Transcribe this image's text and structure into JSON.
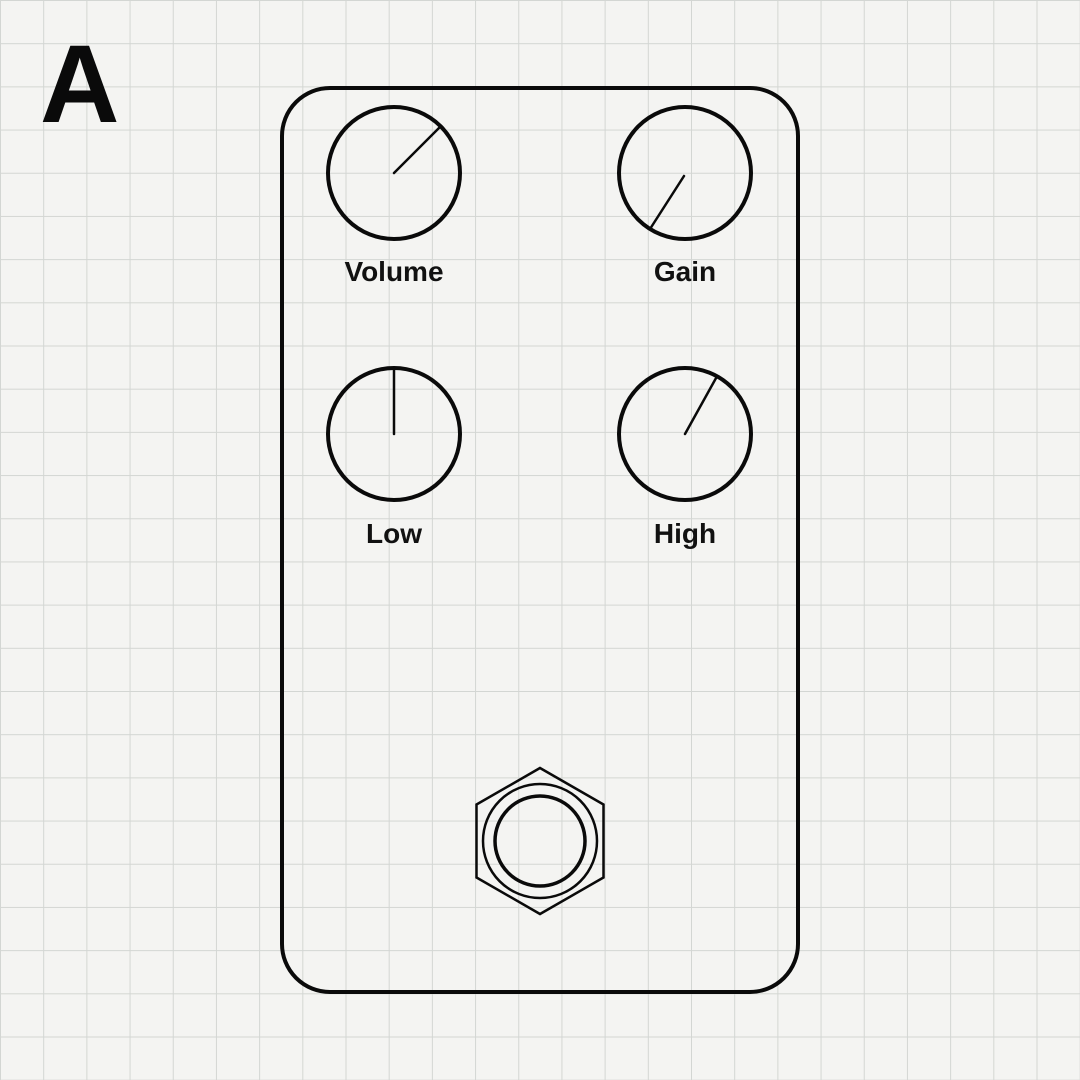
{
  "figure_label": "A",
  "colors": {
    "stroke": "#0a0a0a",
    "background": "#f4f4f2",
    "grid": "#d3d6d3"
  },
  "knobs": [
    {
      "id": "volume",
      "label": "Volume",
      "indicator_angle_deg": 45
    },
    {
      "id": "gain",
      "label": "Gain",
      "indicator_angle_deg": -122
    },
    {
      "id": "low",
      "label": "Low",
      "indicator_angle_deg": 90
    },
    {
      "id": "high",
      "label": "High",
      "indicator_angle_deg": 61
    }
  ],
  "footswitch": {
    "icon": "hex-nut-footswitch-icon"
  }
}
